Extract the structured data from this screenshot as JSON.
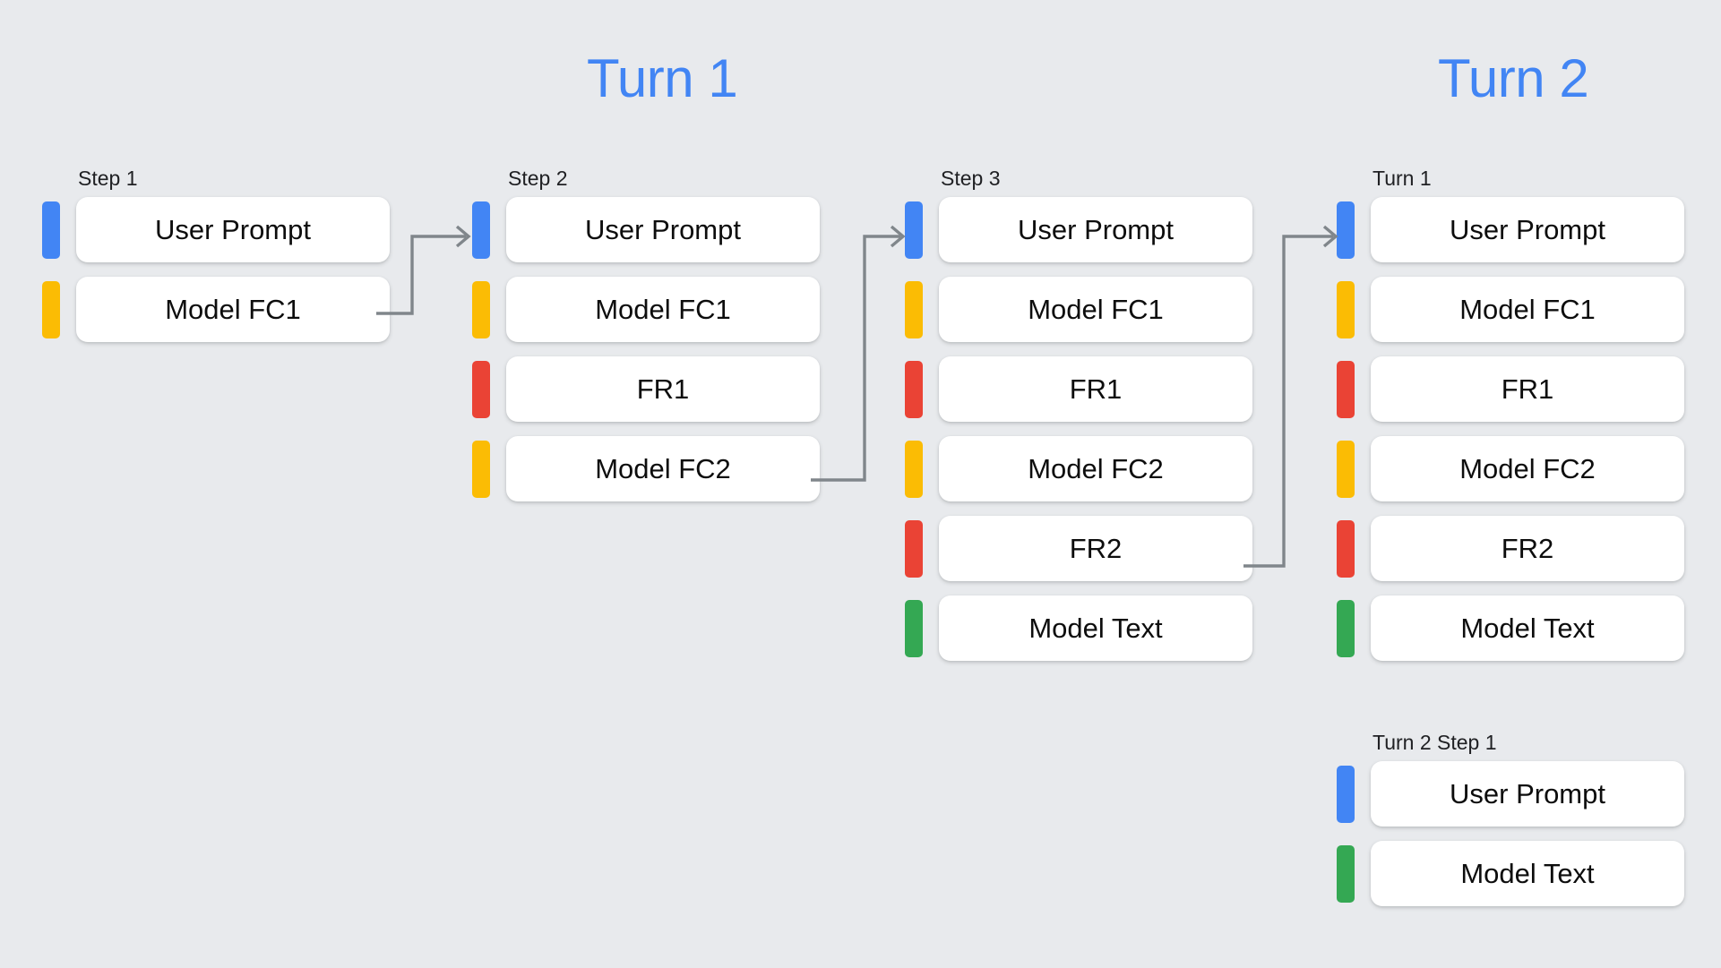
{
  "background_color": "#e8eaed",
  "palette": {
    "blue": "#4285f4",
    "yellow": "#fbbc04",
    "red": "#ea4335",
    "green": "#34a853",
    "connector_gray": "#80868b",
    "banner_blue": "#4285f4",
    "label_text": "#202124",
    "card_text": "#0d0d0d",
    "card_bg": "#ffffff"
  },
  "banners": [
    {
      "label": "Turn 1",
      "color": "#4285f4"
    },
    {
      "label": "Turn 2",
      "color": "#4285f4"
    }
  ],
  "columns": [
    {
      "label": "Step 1",
      "rows": [
        {
          "bar_color": "#4285f4",
          "bar_role": "user",
          "text": "User Prompt"
        },
        {
          "bar_color": "#fbbc04",
          "bar_role": "model-function-call",
          "text": "Model FC1"
        }
      ]
    },
    {
      "label": "Step 2",
      "rows": [
        {
          "bar_color": "#4285f4",
          "bar_role": "user",
          "text": "User Prompt"
        },
        {
          "bar_color": "#fbbc04",
          "bar_role": "model-function-call",
          "text": "Model FC1"
        },
        {
          "bar_color": "#ea4335",
          "bar_role": "function-response",
          "text": "FR1"
        },
        {
          "bar_color": "#fbbc04",
          "bar_role": "model-function-call",
          "text": "Model FC2"
        }
      ]
    },
    {
      "label": "Step 3",
      "rows": [
        {
          "bar_color": "#4285f4",
          "bar_role": "user",
          "text": "User Prompt"
        },
        {
          "bar_color": "#fbbc04",
          "bar_role": "model-function-call",
          "text": "Model FC1"
        },
        {
          "bar_color": "#ea4335",
          "bar_role": "function-response",
          "text": "FR1"
        },
        {
          "bar_color": "#fbbc04",
          "bar_role": "model-function-call",
          "text": "Model FC2"
        },
        {
          "bar_color": "#ea4335",
          "bar_role": "function-response",
          "text": "FR2"
        },
        {
          "bar_color": "#34a853",
          "bar_role": "model-text",
          "text": "Model Text"
        }
      ]
    },
    {
      "label": "Turn 1",
      "rows": [
        {
          "bar_color": "#4285f4",
          "bar_role": "user",
          "text": "User Prompt"
        },
        {
          "bar_color": "#fbbc04",
          "bar_role": "model-function-call",
          "text": "Model FC1"
        },
        {
          "bar_color": "#ea4335",
          "bar_role": "function-response",
          "text": "FR1"
        },
        {
          "bar_color": "#fbbc04",
          "bar_role": "model-function-call",
          "text": "Model FC2"
        },
        {
          "bar_color": "#ea4335",
          "bar_role": "function-response",
          "text": "FR2"
        },
        {
          "bar_color": "#34a853",
          "bar_role": "model-text",
          "text": "Model Text"
        }
      ]
    },
    {
      "label": "Turn 2 Step 1",
      "rows": [
        {
          "bar_color": "#4285f4",
          "bar_role": "user",
          "text": "User Prompt"
        },
        {
          "bar_color": "#34a853",
          "bar_role": "model-text",
          "text": "Model Text"
        }
      ]
    }
  ],
  "connectors": [
    {
      "name": "step1-to-step2",
      "from": "Model FC1",
      "to": "User Prompt"
    },
    {
      "name": "step2-to-step3",
      "from": "Model FC2",
      "to": "User Prompt"
    },
    {
      "name": "step3-to-turn1",
      "from": "FR2",
      "to": "User Prompt"
    }
  ]
}
